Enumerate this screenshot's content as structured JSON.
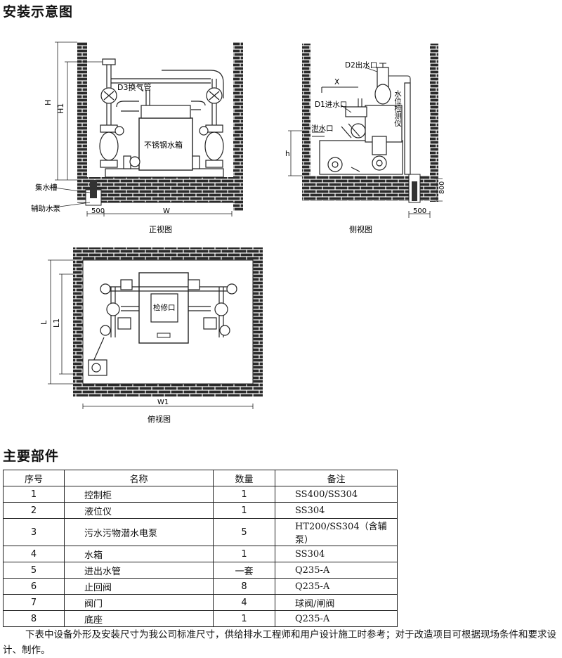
{
  "titles": {
    "install": "安装示意图",
    "parts": "主要部件"
  },
  "front_view": {
    "caption": "正视图",
    "label_h": "H",
    "label_h1": "H1",
    "label_w": "W",
    "label_500": "500",
    "label_d3": "D3换气管",
    "label_tank": "不锈钢水箱",
    "label_sump": "集水槽",
    "label_aux_pump": "辅助水泵"
  },
  "side_view": {
    "caption": "侧视图",
    "label_d2": "D2出水口",
    "label_x": "X",
    "label_d1": "D1进水口",
    "label_drain": "泄水口",
    "label_level": "水位检测仪",
    "label_h": "h",
    "label_800": "800",
    "label_500": "500"
  },
  "top_view": {
    "caption": "俯视图",
    "label_l": "L",
    "label_l1": "L1",
    "label_w1": "W1",
    "label_hatch": "检修口"
  },
  "table": {
    "headers": [
      "序号",
      "名称",
      "数量",
      "备注"
    ],
    "rows": [
      [
        "1",
        "控制柜",
        "1",
        "SS400/SS304"
      ],
      [
        "2",
        "液位仪",
        "1",
        "SS304"
      ],
      [
        "3",
        "污水污物潜水电泵",
        "5",
        "HT200/SS304（含辅泵）"
      ],
      [
        "4",
        "水箱",
        "1",
        "SS304"
      ],
      [
        "5",
        "进出水管",
        "一套",
        "Q235-A"
      ],
      [
        "6",
        "止回阀",
        "8",
        "Q235-A"
      ],
      [
        "7",
        "阀门",
        "4",
        "球阀/闸阀"
      ],
      [
        "8",
        "底座",
        "1",
        "Q235-A"
      ]
    ]
  },
  "note": "下表中设备外形及安装尺寸为我公司标准尺寸，供给排水工程师和用户设计施工时参考；对于改造项目可根据现场条件和要求设计、制作。"
}
